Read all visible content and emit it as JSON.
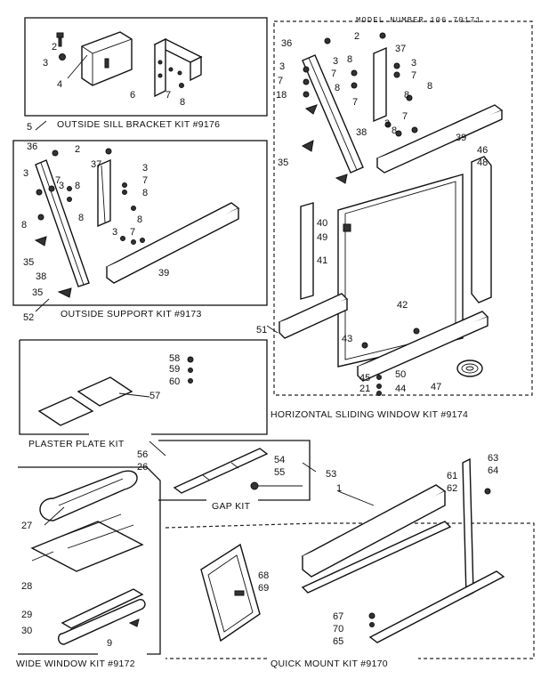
{
  "model_number": "MODEL NUMBER 106.70171",
  "kits": {
    "sill_bracket": "OUTSIDE SILL BRACKET KIT #9176",
    "support": "OUTSIDE SUPPORT KIT #9173",
    "horizontal": "HORIZONTAL SLIDING WINDOW KIT #9174",
    "plaster": "PLASTER PLATE KIT",
    "gap": "GAP KIT",
    "wide": "WIDE WINDOW KIT #9172",
    "quick": "QUICK MOUNT KIT #9170"
  },
  "callouts": {
    "c1": "1",
    "c2": "2",
    "c3": "3",
    "c4": "4",
    "c5": "5",
    "c6": "6",
    "c7": "7",
    "c8": "8",
    "c9": "9",
    "c18": "18",
    "c21": "21",
    "c26": "26",
    "c27": "27",
    "c28": "28",
    "c29": "29",
    "c30": "30",
    "c35": "35",
    "c36": "36",
    "c37": "37",
    "c38": "38",
    "c39": "39",
    "c40": "40",
    "c41": "41",
    "c42": "42",
    "c43": "43",
    "c44": "44",
    "c45": "45",
    "c46": "46",
    "c47": "47",
    "c48": "48",
    "c49": "49",
    "c50": "50",
    "c51": "51",
    "c52": "52",
    "c53": "53",
    "c54": "54",
    "c55": "55",
    "c56": "56",
    "c57": "57",
    "c58": "58",
    "c59": "59",
    "c60": "60",
    "c61": "61",
    "c62": "62",
    "c63": "63",
    "c64": "64",
    "c65": "65",
    "c67": "67",
    "c68": "68",
    "c69": "69",
    "c70": "70"
  }
}
